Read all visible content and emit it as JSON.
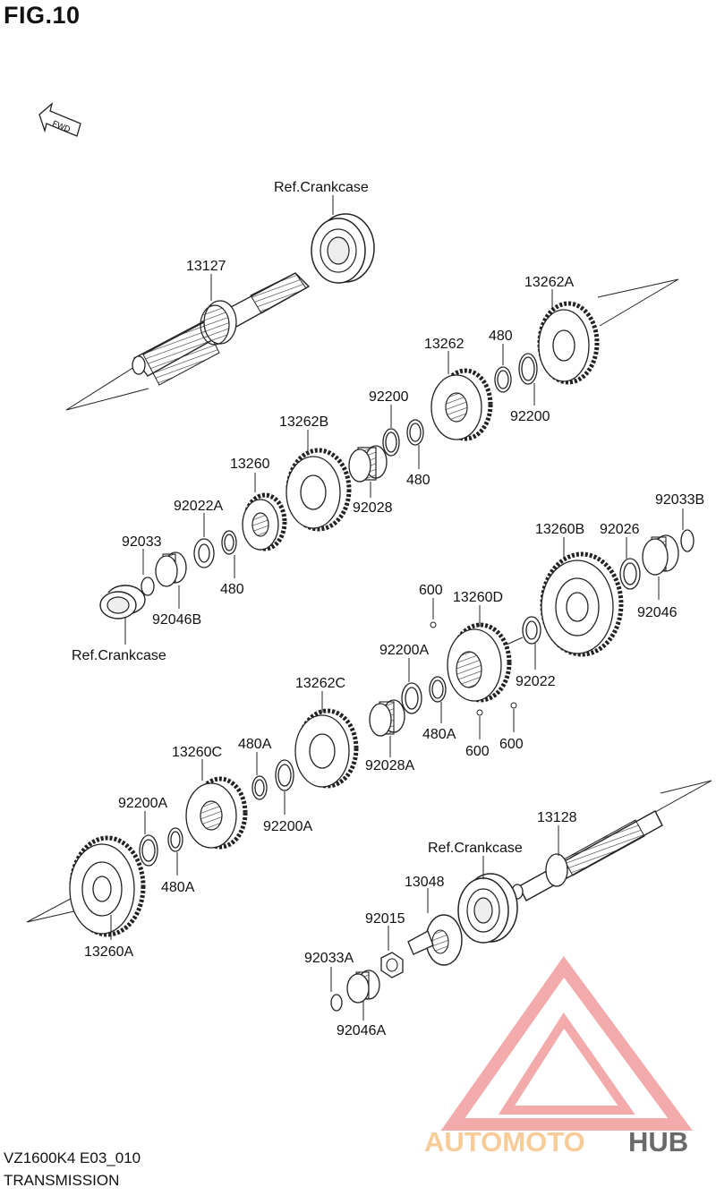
{
  "figure": {
    "title": "FIG.10"
  },
  "direction_arrow": {
    "text": "FWD"
  },
  "callouts": {
    "ref_crankcase_top": "Ref.Crankcase",
    "ref_crankcase_left": "Ref.Crankcase",
    "ref_crankcase_bottom": "Ref.Crankcase",
    "p13127": "13127",
    "p13262A": "13262A",
    "p13262": "13262",
    "p480_a": "480",
    "p92200_a": "92200",
    "p92200_b": "92200",
    "p480_b": "480",
    "p13262B": "13262B",
    "p13260": "13260",
    "p92028": "92028",
    "p92022A": "92022A",
    "p92033": "92033",
    "p480_c": "480",
    "p92046B": "92046B",
    "p92033B": "92033B",
    "p13260B": "13260B",
    "p92026": "92026",
    "p92046": "92046",
    "p600_a": "600",
    "p13260D": "13260D",
    "p92200A_a": "92200A",
    "p92022": "92022",
    "p13262C": "13262C",
    "p480A_a": "480A",
    "p600_b": "600",
    "p600_c": "600",
    "p92028A": "92028A",
    "p13260C": "13260C",
    "p480A_b": "480A",
    "p92200A_b": "92200A",
    "p92200A_c": "92200A",
    "p480A_c": "480A",
    "p13260A": "13260A",
    "p13128": "13128",
    "p13048": "13048",
    "p92015": "92015",
    "p92033A": "92033A",
    "p92046A": "92046A"
  },
  "footer": {
    "model_code": "VZ1600K4 E03_010",
    "section_name": "TRANSMISSION"
  },
  "watermark": {
    "text_left": "AUTOMOTO",
    "text_right": "HUB",
    "color_red": "#f2a1a1",
    "color_orange": "#f7c78f",
    "color_dark": "#5a5a5a"
  }
}
